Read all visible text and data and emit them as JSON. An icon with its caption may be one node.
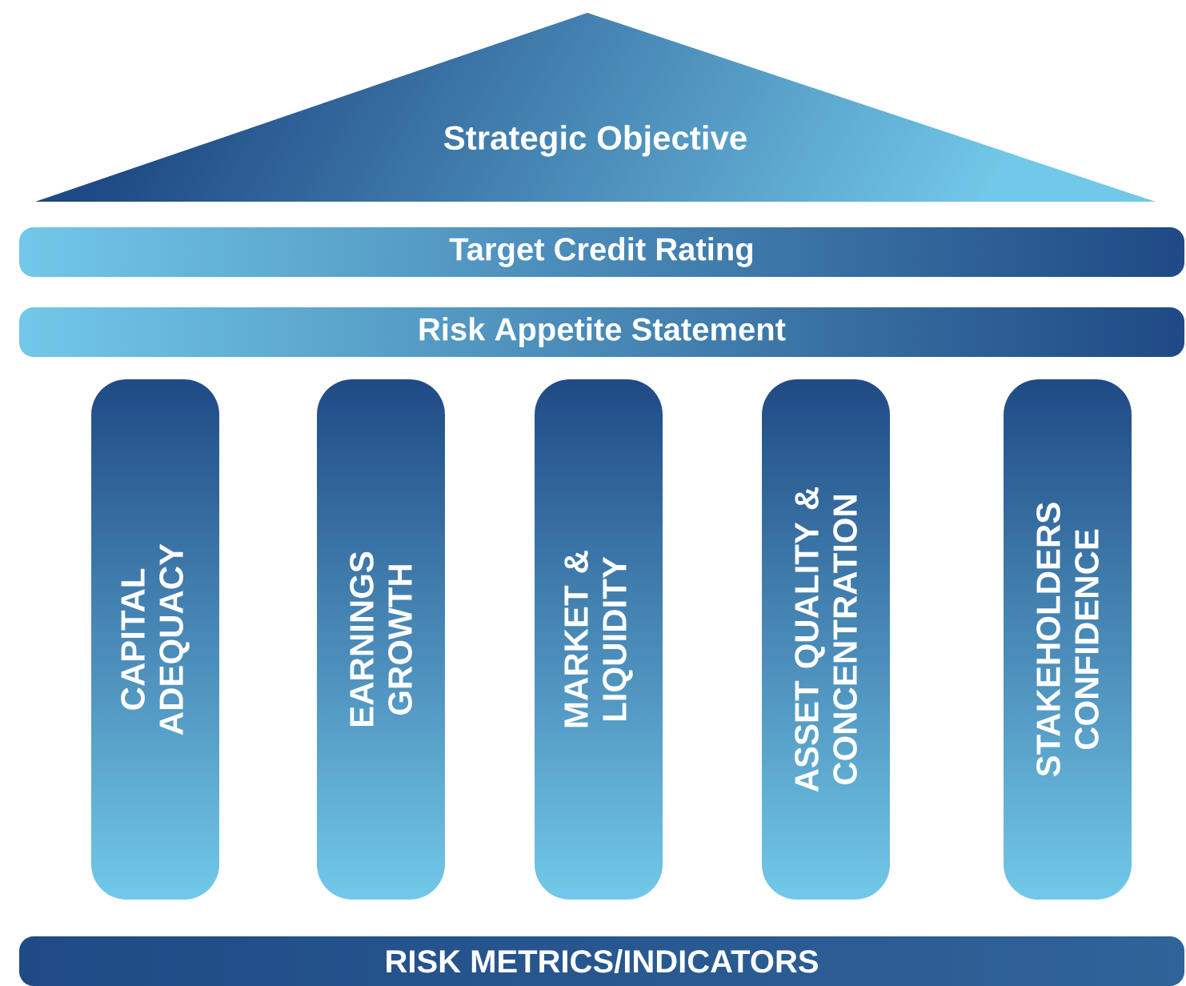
{
  "diagram": {
    "nodes": [
      {
        "text": [
          "Strategic Objective"
        ]
      },
      {
        "text": [
          "Target Credit Rating"
        ]
      },
      {
        "text": [
          "Risk Appetite Statement"
        ]
      },
      {
        "text": [
          "CAPITAL ADEQUACY"
        ]
      },
      {
        "text": [
          "EARNINGS GROWTH"
        ]
      },
      {
        "text": [
          "MARKET & LIQUIDITY"
        ]
      },
      {
        "text": [
          "ASSET QUALITY & CONCENTRATION"
        ]
      },
      {
        "text": [
          "STAKEHOLDERS CONFIDENCE"
        ]
      },
      {
        "text": [
          "RISK METRICS/INDICATORS"
        ]
      }
    ]
  }
}
